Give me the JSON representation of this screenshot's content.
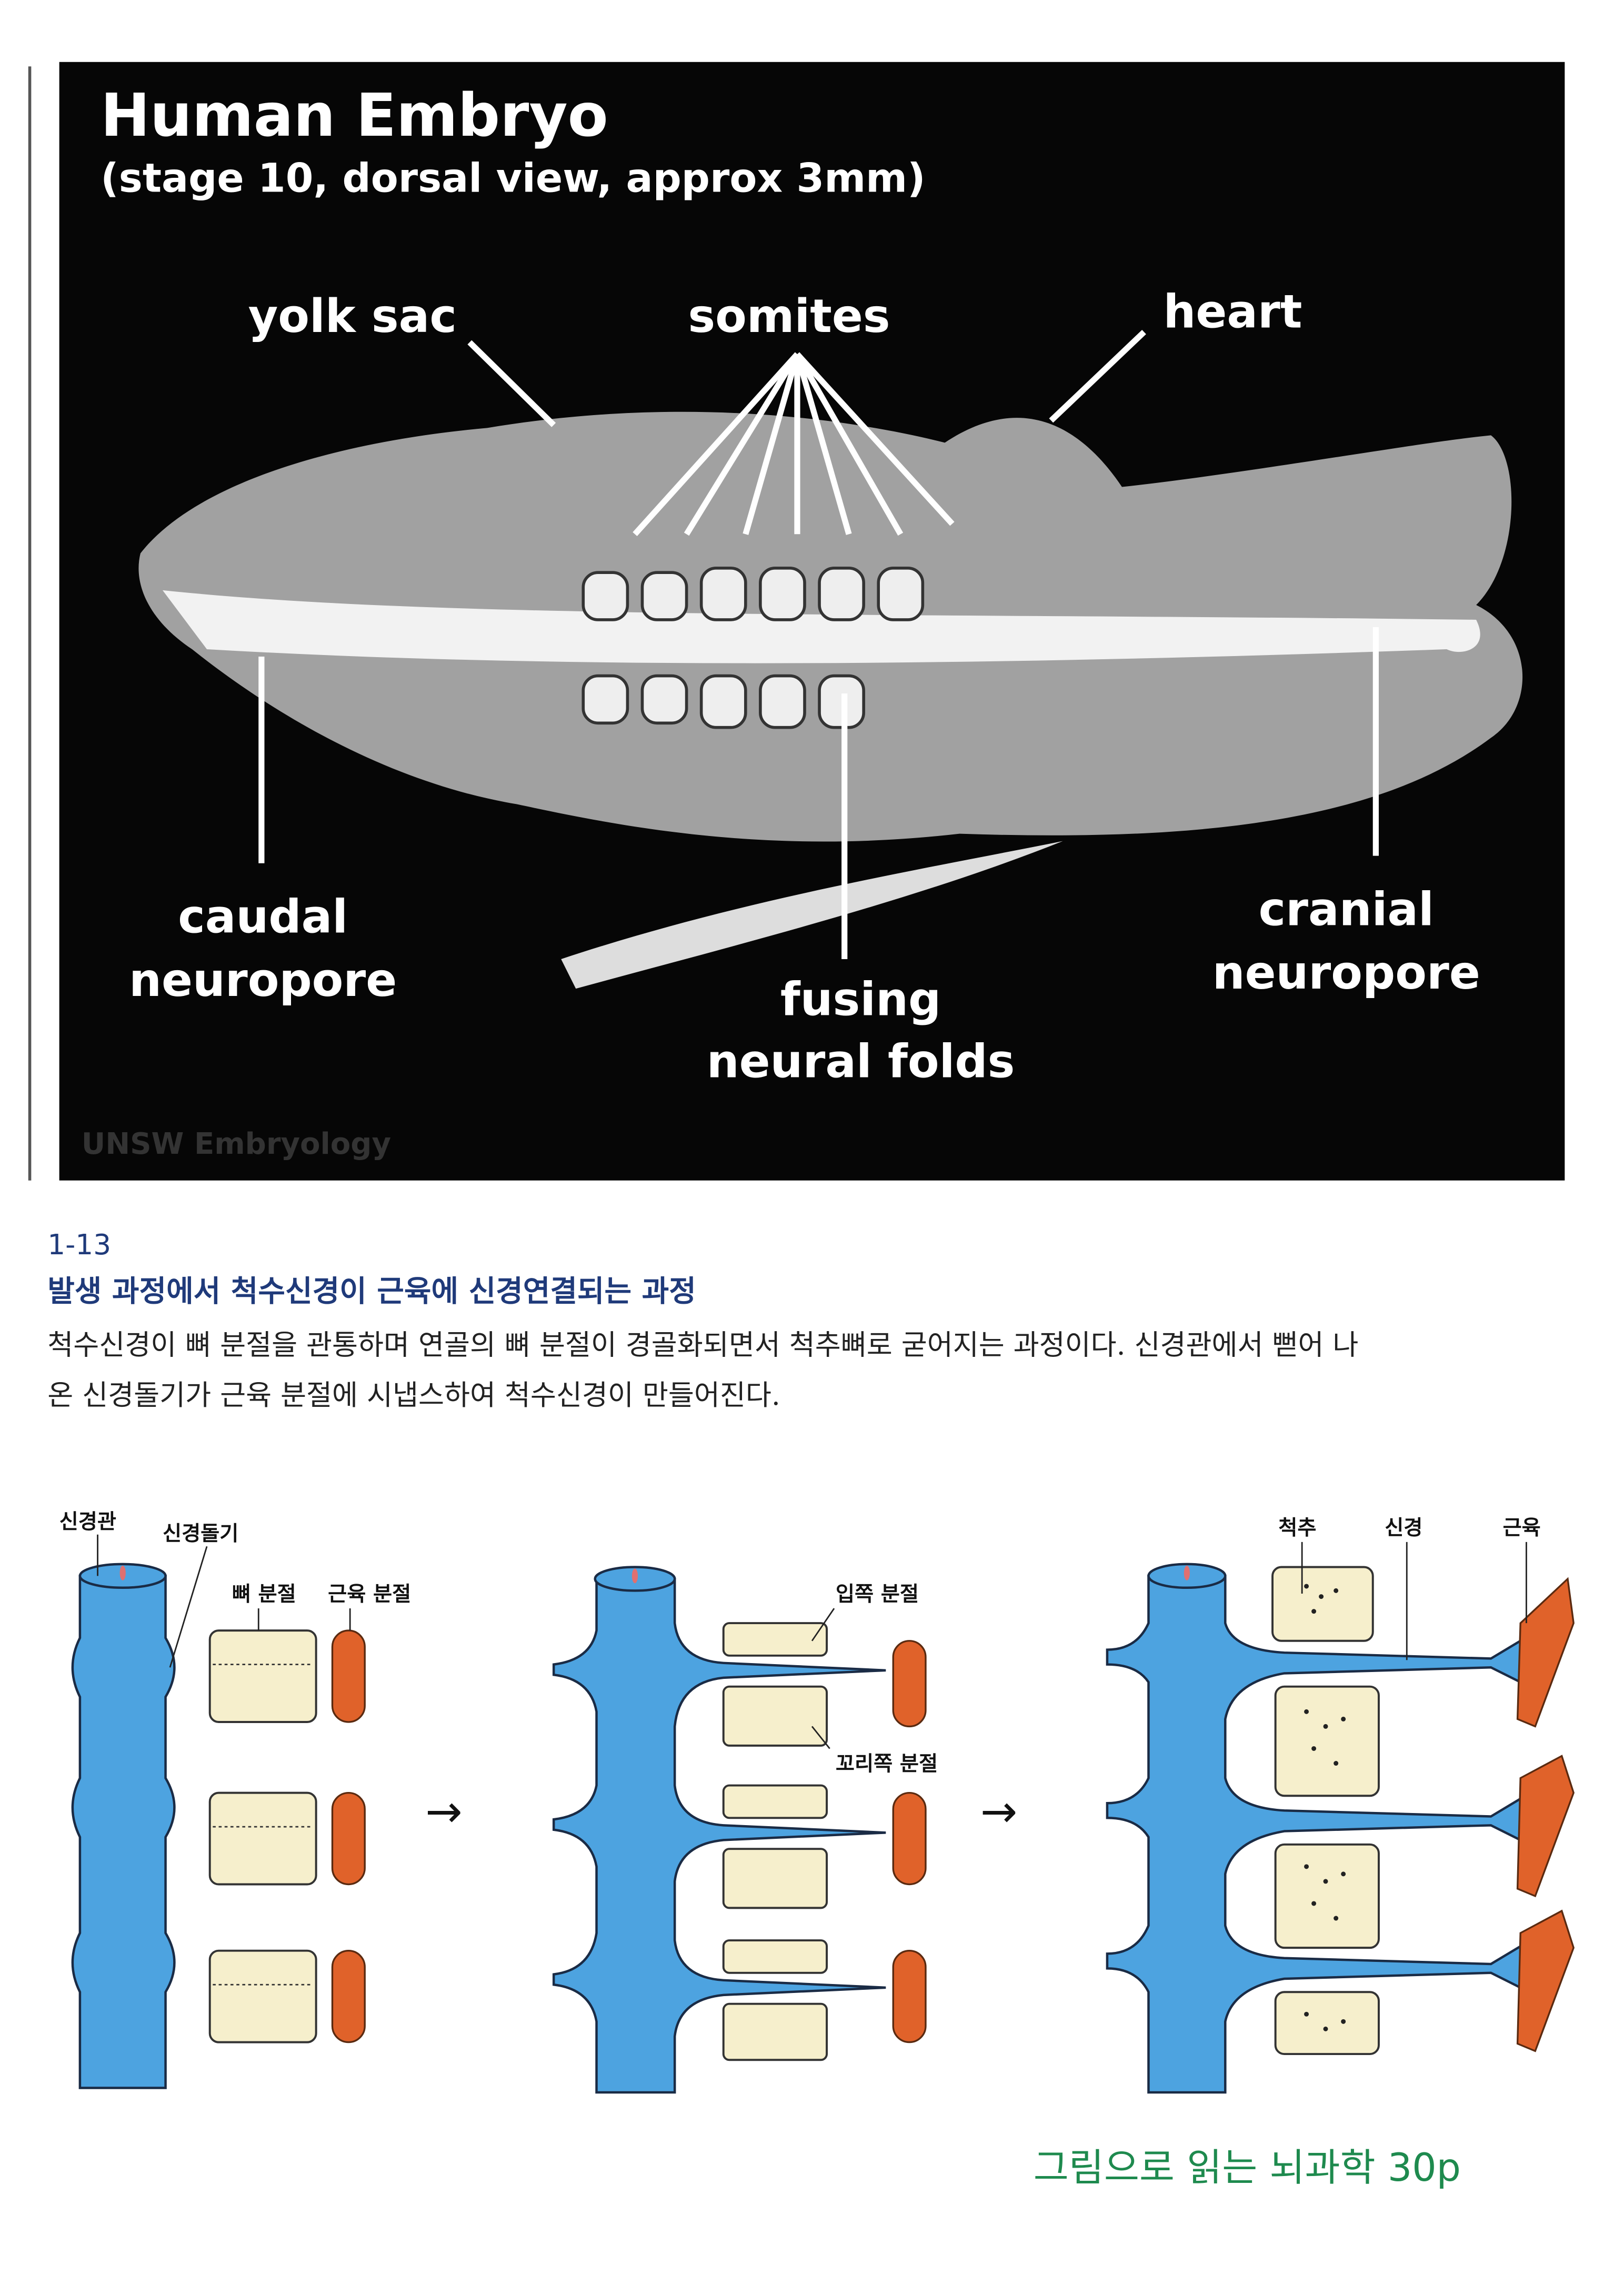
{
  "photo": {
    "title": "Human Embryo",
    "subtitle": "(stage 10, dorsal view, approx 3mm)",
    "labels": {
      "yolk_sac": "yolk sac",
      "somites": "somites",
      "heart": "heart",
      "caudal_1": "caudal",
      "caudal_2": "neuropore",
      "fusing_1": "fusing",
      "fusing_2": "neural folds",
      "cranial_1": "cranial",
      "cranial_2": "neuropore"
    },
    "watermark": "UNSW Embryology"
  },
  "caption": {
    "number": "1-13",
    "title": "발생 과정에서 척수신경이 근육에 신경연결되는 과정",
    "body_line1": "척수신경이 뼈 분절을 관통하며 연골의 뼈 분절이 경골화되면서 척추뼈로 굳어지는 과정이다. 신경관에서 뻗어 나",
    "body_line2": "온 신경돌기가 근육 분절에 시냅스하여 척수신경이 만들어진다."
  },
  "diagram": {
    "panel1": {
      "neural_tube": "신경관",
      "neurite": "신경돌기",
      "bone_segment": "뼈 분절",
      "muscle_segment": "근육 분절"
    },
    "panel2": {
      "rostral_segment": "입쪽 분절",
      "caudal_segment": "꼬리쪽 분절"
    },
    "panel3": {
      "spine": "척추",
      "nerve": "신경",
      "muscle": "근육"
    },
    "arrow": "→"
  },
  "source_note": "그림으로 읽는 뇌과학 30p",
  "colors": {
    "tube": "#4da3e0",
    "bone": "#f6efcc",
    "muscle": "#e0622a",
    "caption": "#1f3a7a",
    "source": "#1e8a4e"
  }
}
